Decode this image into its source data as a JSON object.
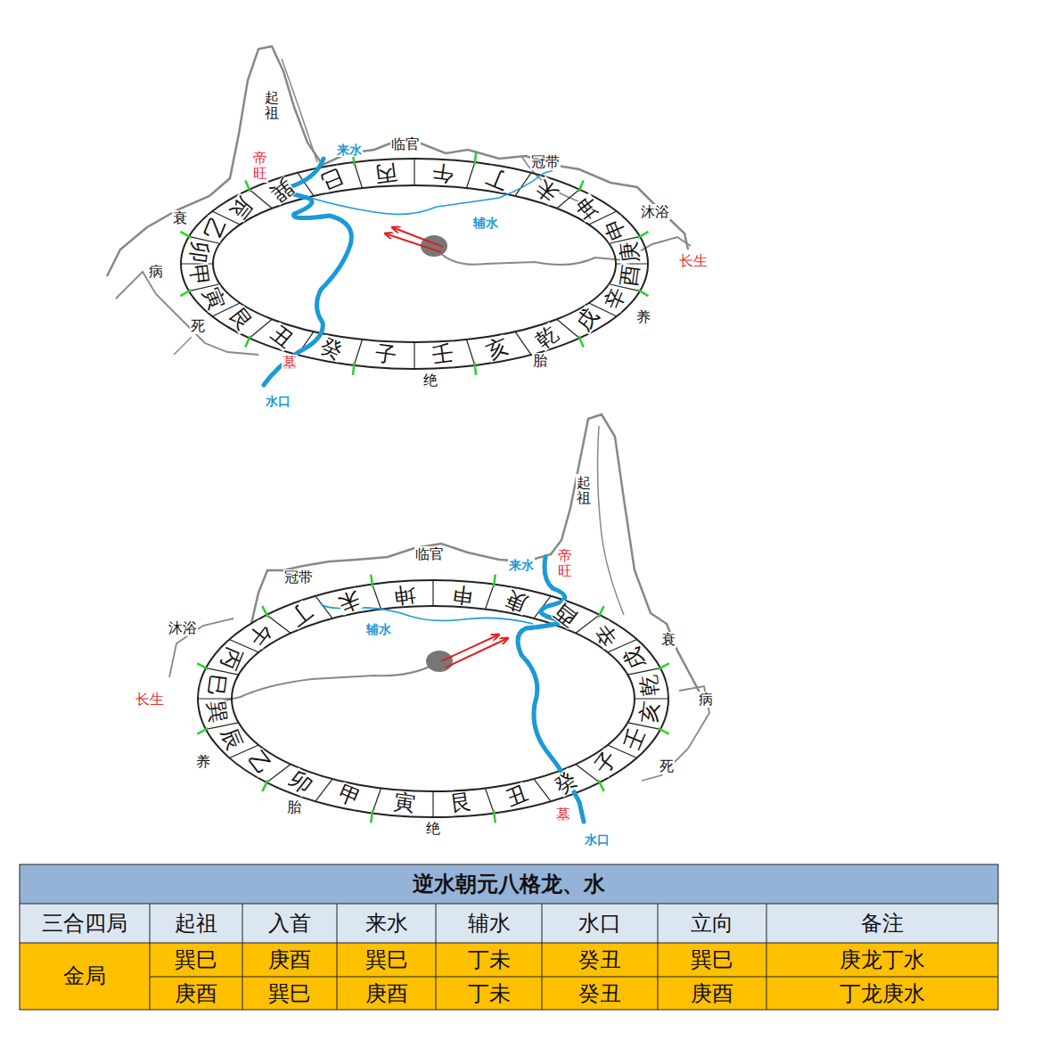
{
  "diagram": {
    "labels": [
      "子",
      "癸",
      "丑",
      "艮",
      "寅",
      "甲",
      "卯",
      "乙",
      "辰",
      "巽",
      "巳",
      "丙",
      "午",
      "丁",
      "未",
      "坤",
      "申",
      "庚",
      "酉",
      "辛",
      "戌",
      "乾",
      "亥",
      "壬",
      "起祖",
      "帝旺",
      "临官",
      "冠带",
      "沐浴",
      "长生",
      "养",
      "胎",
      "绝",
      "墓",
      "死",
      "病",
      "衰",
      "来水",
      "辅水",
      "水口",
      "子",
      "癸",
      "丑",
      "艮",
      "寅",
      "甲",
      "卯",
      "乙",
      "辰",
      "巽",
      "巳",
      "丙",
      "午",
      "丁",
      "未",
      "坤",
      "申",
      "庚",
      "酉",
      "辛",
      "戌",
      "乾",
      "亥",
      "壬",
      "起祖",
      "帝旺",
      "临官",
      "冠带",
      "沐浴",
      "长生",
      "养",
      "胎",
      "绝",
      "墓",
      "死",
      "病",
      "衰",
      "来水",
      "辅水",
      "水口",
      "逆水朝元八格龙、水",
      "三合四局",
      "起祖",
      "入首",
      "来水",
      "辅水",
      "水口",
      "立向",
      "备注",
      "金局",
      "巽巳",
      "庚酉",
      "巽巳",
      "丁未",
      "癸丑",
      "巽巳",
      "庚龙丁水",
      "庚酉",
      "巽巳",
      "庚酉",
      "丁未",
      "癸丑",
      "庚酉",
      "丁龙庚水"
    ]
  }
}
